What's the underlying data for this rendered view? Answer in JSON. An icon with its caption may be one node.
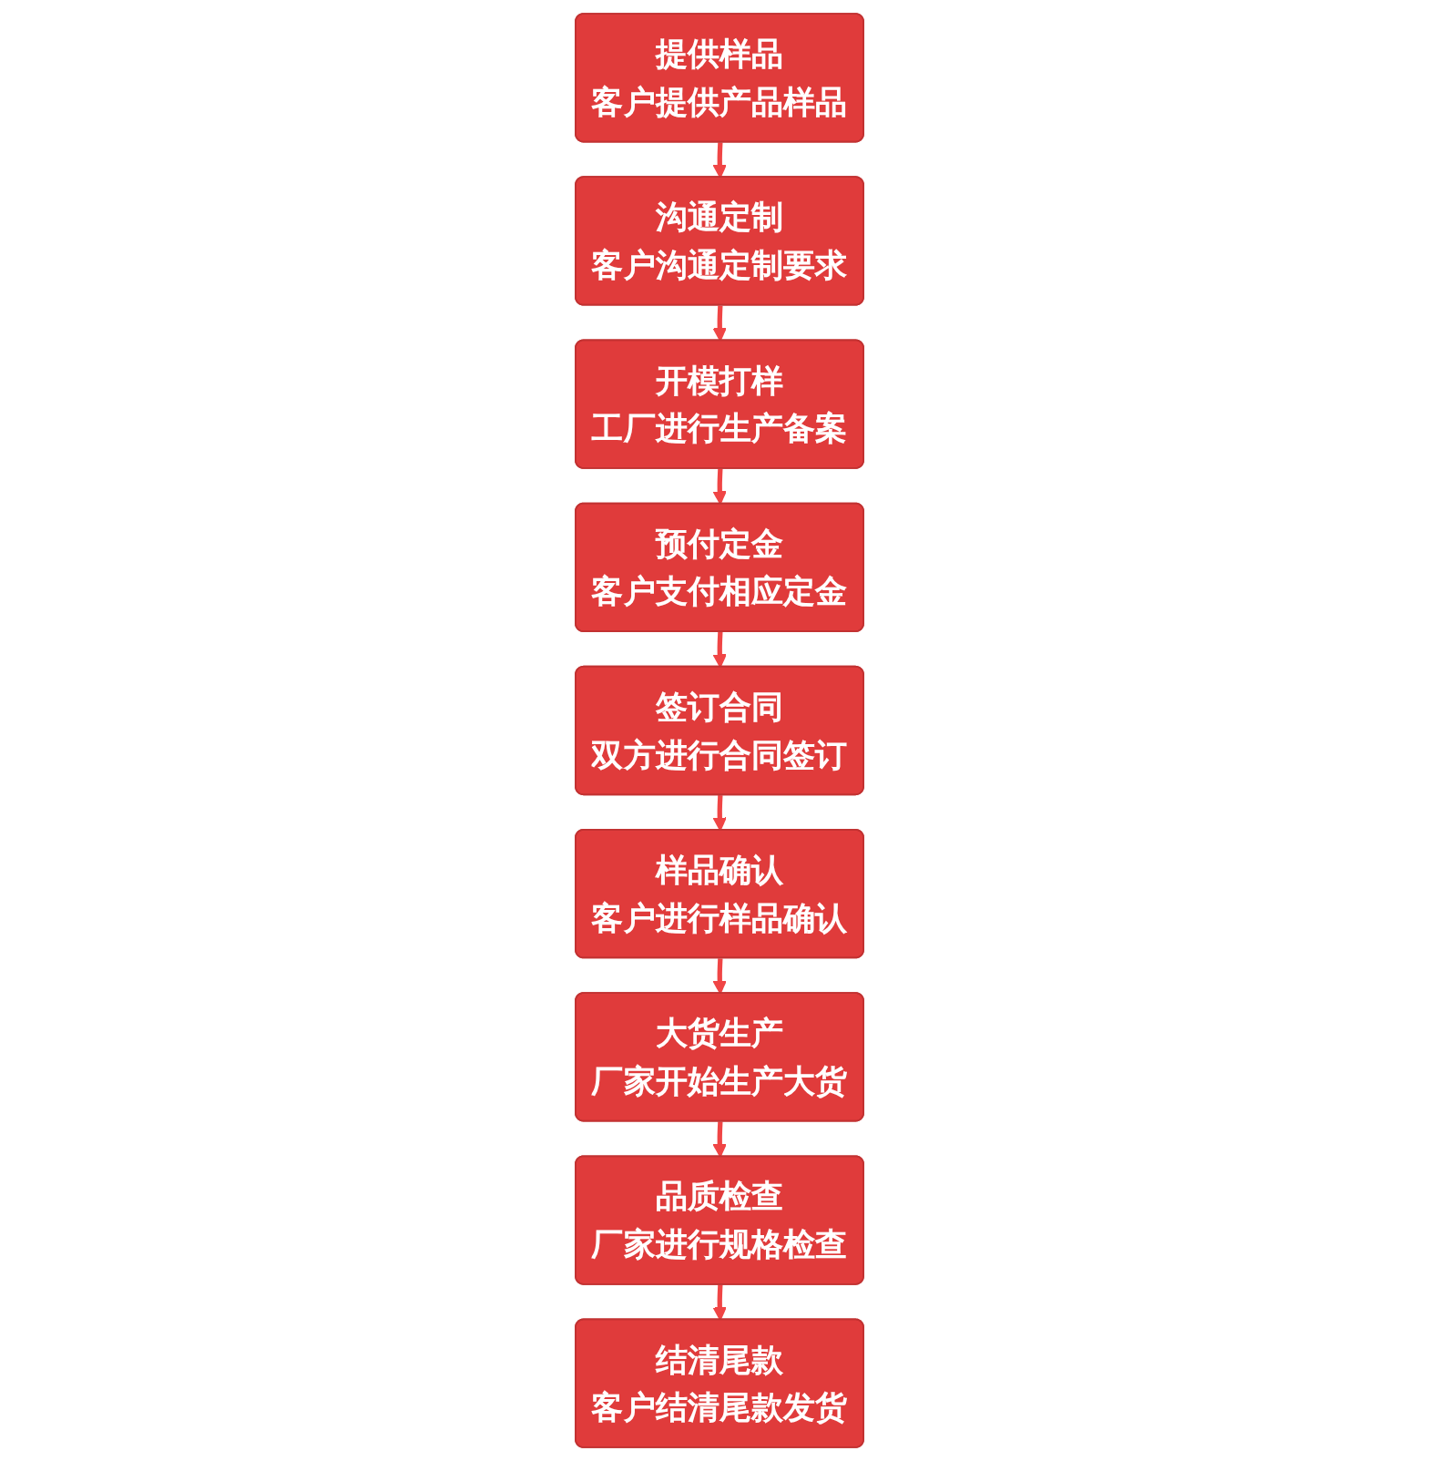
{
  "diagram": {
    "nodes": [
      {
        "text": [
          "提供样品",
          "客户提供产品样品"
        ]
      },
      {
        "text": [
          "沟通定制",
          "客户沟通定制要求"
        ]
      },
      {
        "text": [
          "开模打样",
          "工厂进行生产备案"
        ]
      },
      {
        "text": [
          "样品确认",
          "客户进行样品确认"
        ]
      },
      {
        "text": [
          "签订合同",
          "双方进行合同签订"
        ]
      },
      {
        "text": [
          "预付定金",
          "客户支付相应定金"
        ]
      },
      {
        "text": [
          "大货生产",
          "厂家开始生产大货"
        ]
      },
      {
        "text": [
          "品质检查",
          "厂家进行规格检查"
        ]
      },
      {
        "text": [
          "结清尾款",
          "客户结清尾款发货"
        ]
      }
    ],
    "edges": [
      {
        "from": 0,
        "to": 1,
        "arrow": "to"
      },
      {
        "from": 1,
        "to": 2,
        "arrow": "to"
      },
      {
        "from": 2,
        "to": 5,
        "arrow": "to"
      },
      {
        "from": 5,
        "to": 4,
        "arrow": "to"
      },
      {
        "from": 4,
        "to": 3,
        "arrow": "to"
      },
      {
        "from": 3,
        "to": 6,
        "arrow": "to"
      },
      {
        "from": 6,
        "to": 7,
        "arrow": "to"
      },
      {
        "from": 7,
        "to": 8,
        "arrow": "to"
      }
    ]
  }
}
